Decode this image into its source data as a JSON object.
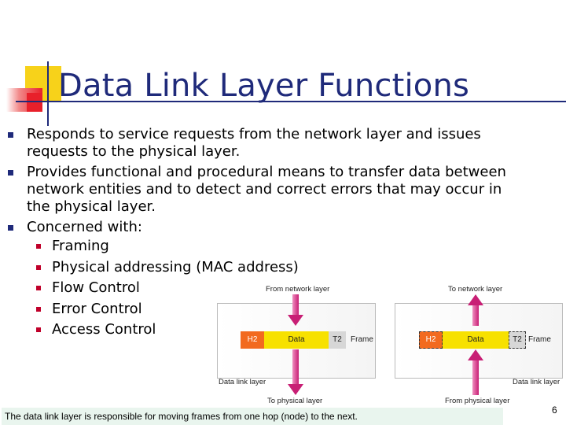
{
  "slide": {
    "title": "Data Link Layer Functions",
    "bullets": [
      "Responds to service requests from the network layer and issues requests to the physical layer.",
      "Provides functional and procedural means to transfer data between network entities and to detect and correct errors that may occur in the physical layer.",
      "Concerned with:"
    ],
    "sub_bullets": [
      "Framing",
      "Physical addressing (MAC address)",
      "Flow Control",
      "Error Control",
      "Access Control"
    ],
    "caption": "The data link layer is responsible for moving  frames from one hop (node) to the next.",
    "page_number": "6"
  },
  "diagram": {
    "left": {
      "from_label": "From network layer",
      "to_label": "To physical layer",
      "layer_label": "Data link layer",
      "frame": {
        "h2": "H2",
        "data": "Data",
        "t2": "T2",
        "label": "Frame"
      }
    },
    "right": {
      "to_label": "To network layer",
      "from_label": "From physical layer",
      "layer_label": "Data link layer",
      "frame": {
        "h2": "H2",
        "data": "Data",
        "t2": "T2",
        "label": "Frame"
      }
    }
  },
  "colors": {
    "title": "#1f2a7a",
    "header_bar": "#f26a1f",
    "data_bar": "#f7e100",
    "trailer_bar": "#d7d7d7",
    "arrow": "#d6338a",
    "caption_bg": "#e9f5ee"
  }
}
